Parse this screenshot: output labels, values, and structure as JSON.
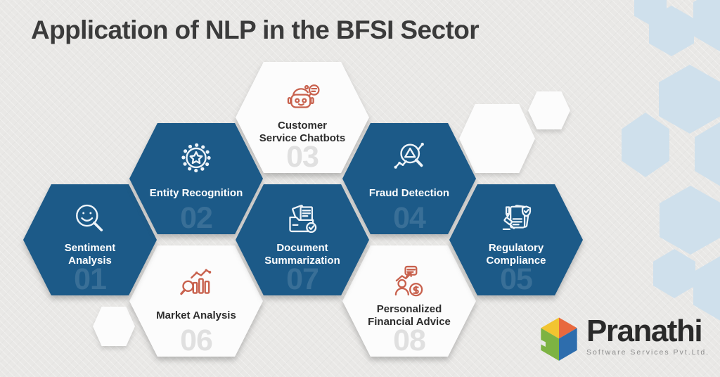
{
  "title": "Application of NLP in the BFSI Sector",
  "items": [
    {
      "number": "01",
      "label": "Sentiment\nAnalysis",
      "variant": "blue",
      "icon": "sentiment-analysis-icon"
    },
    {
      "number": "02",
      "label": "Entity Recognition",
      "variant": "blue",
      "icon": "entity-recognition-icon"
    },
    {
      "number": "03",
      "label": "Customer\nService Chatbots",
      "variant": "white",
      "icon": "chatbot-icon"
    },
    {
      "number": "04",
      "label": "Fraud Detection",
      "variant": "blue",
      "icon": "fraud-detection-icon"
    },
    {
      "number": "05",
      "label": "Regulatory\nCompliance",
      "variant": "blue",
      "icon": "regulatory-compliance-icon"
    },
    {
      "number": "06",
      "label": "Market Analysis",
      "variant": "white",
      "icon": "market-analysis-icon"
    },
    {
      "number": "07",
      "label": "Document\nSummarization",
      "variant": "blue",
      "icon": "document-summarization-icon"
    },
    {
      "number": "08",
      "label": "Personalized\nFinancial Advice",
      "variant": "white",
      "icon": "personalized-financial-advice-icon"
    }
  ],
  "logo": {
    "brand": "Pranathi",
    "subtitle": "Software Services Pvt.Ltd.",
    "cube_colors": {
      "yellow": "#f2c430",
      "orange": "#e8693e",
      "green": "#7db343",
      "blue": "#2d6dad"
    }
  },
  "colors": {
    "background": "#e9e8e6",
    "hexagon_blue": "#1c5a88",
    "hexagon_white": "#fcfcfc",
    "icon_orange": "#c8614d",
    "pattern_blue": "#cfe0ec",
    "title_text": "#3b3b3b"
  }
}
